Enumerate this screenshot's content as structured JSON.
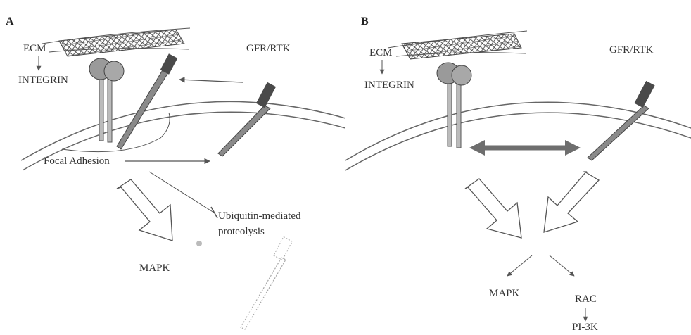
{
  "panel_a": {
    "letter": "A",
    "ecm": "ECM",
    "integrin": "INTEGRIN",
    "gfr": "GFR/RTK",
    "focal_adhesion": "Focal Adhesion",
    "ubiquitin_line1": "Ubiquitin-mediated",
    "ubiquitin_line2": "proteolysis",
    "mapk": "MAPK"
  },
  "panel_b": {
    "letter": "B",
    "ecm": "ECM",
    "integrin": "INTEGRIN",
    "gfr": "GFR/RTK",
    "mapk": "MAPK",
    "rac": "RAC",
    "pi3k": "PI-3K"
  },
  "colors": {
    "stroke": "#555555",
    "receptor_fill": "#8a8a8a",
    "receptor_dark": "#4a4a4a",
    "integrin_head": "#9a9a9a",
    "double_arrow": "#6e6e6e"
  }
}
